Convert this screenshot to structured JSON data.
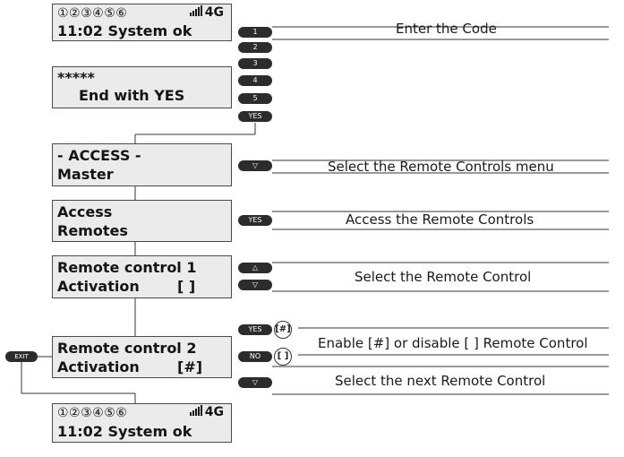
{
  "status_display": {
    "zones": "①②③④⑤⑥",
    "network": "4G",
    "line2": "11:02  System ok"
  },
  "code_display": {
    "line1": "*****",
    "line2": "End with YES"
  },
  "access_display": {
    "line1": "- ACCESS -",
    "line2": "Master"
  },
  "access_remotes_display": {
    "line1": "Access",
    "line2": "Remotes"
  },
  "remote1_display": {
    "line1": "Remote control 1",
    "line2_label": "Activation",
    "line2_value": "[ ]"
  },
  "remote2_display": {
    "line1": "Remote control 2",
    "line2_label": "Activation",
    "line2_value": "[#]"
  },
  "final_display": {
    "zones": "①②③④⑤⑥",
    "network": "4G",
    "line2": "11:02  System ok"
  },
  "keys": {
    "k1": "1",
    "k2": "2",
    "k3": "3",
    "k4": "4",
    "k5": "5",
    "yes": "YES",
    "no": "NO",
    "exit": "EXIT",
    "down": "▽",
    "up": "△"
  },
  "symbols": {
    "hash": "[#]",
    "empty": "[ ]"
  },
  "instructions": {
    "enter_code": "Enter the Code",
    "select_menu": "Select the Remote Controls menu",
    "access_remotes": "Access the Remote Controls",
    "select_remote": "Select the Remote Control",
    "enable_disable": "Enable [#] or disable [ ] Remote Control",
    "select_next": "Select the next Remote Control"
  }
}
